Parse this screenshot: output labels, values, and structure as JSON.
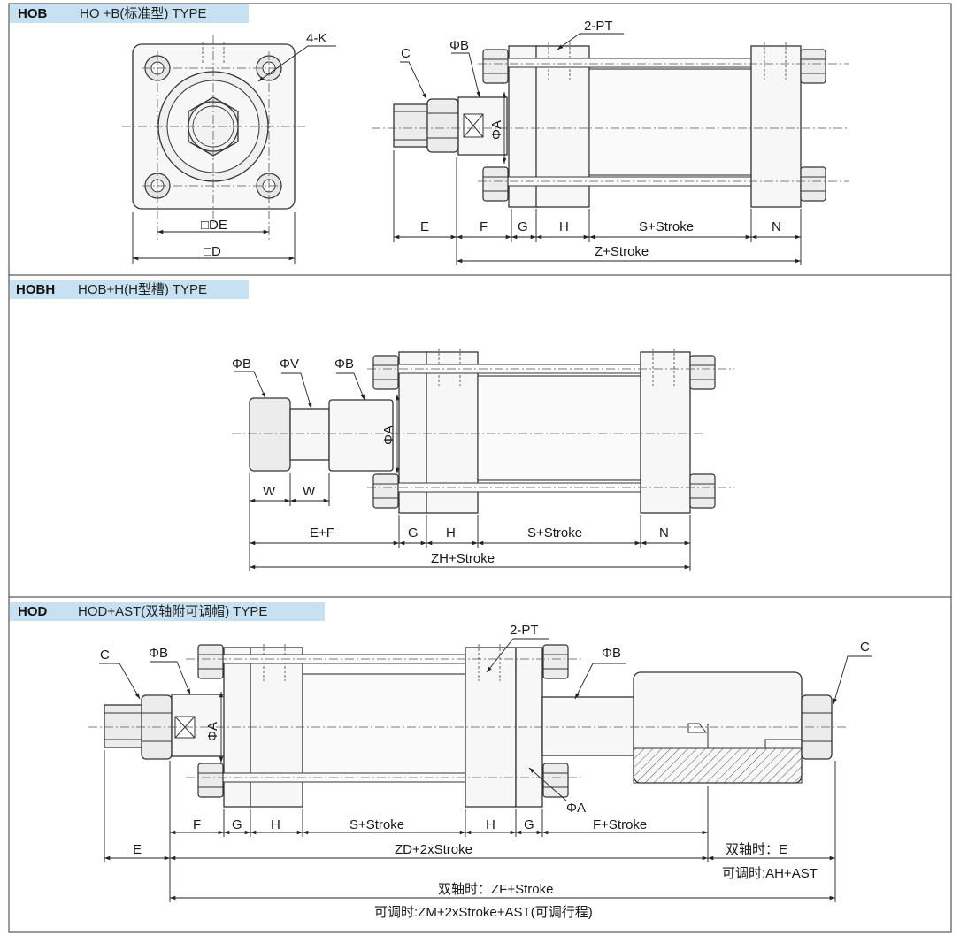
{
  "sections": {
    "hob": {
      "code": "HOB",
      "title": "HO +B(标准型) TYPE"
    },
    "hobh": {
      "code": "HOBH",
      "title": "HOB+H(H型槽) TYPE"
    },
    "hod": {
      "code": "HOD",
      "title": "HOD+AST(双轴附可调帽) TYPE"
    }
  },
  "labels": {
    "hob_4k": "4-K",
    "hob_de": "□DE",
    "hob_d": "□D",
    "hob_c": "C",
    "hob_phib": "ΦB",
    "hob_2pt": "2-PT",
    "hob_phia": "ΦA",
    "hob_e": "E",
    "hob_f": "F",
    "hob_g": "G",
    "hob_h": "H",
    "hob_sstroke": "S+Stroke",
    "hob_n": "N",
    "hob_zstroke": "Z+Stroke",
    "hobh_phib1": "ΦB",
    "hobh_phiv": "ΦV",
    "hobh_phib2": "ΦB",
    "hobh_phia": "ΦA",
    "hobh_w1": "W",
    "hobh_w2": "W",
    "hobh_ef": "E+F",
    "hobh_g": "G",
    "hobh_h": "H",
    "hobh_sstroke": "S+Stroke",
    "hobh_n": "N",
    "hobh_zh": "ZH+Stroke",
    "hod_c1": "C",
    "hod_phib1": "ΦB",
    "hod_phia1": "ΦA",
    "hod_2pt": "2-PT",
    "hod_phib2": "ΦB",
    "hod_c2": "C",
    "hod_phia2": "ΦA",
    "hod_f": "F",
    "hod_g1": "G",
    "hod_h1": "H",
    "hod_sstroke": "S+Stroke",
    "hod_h2": "H",
    "hod_g2": "G",
    "hod_fstroke": "F+Stroke",
    "hod_e": "E",
    "hod_zd": "ZD+2xStroke",
    "hod_dual_e": "双轴时：E",
    "hod_adj_ah": "可调时:AH+AST",
    "hod_dual_zf": "双轴时：ZF+Stroke",
    "hod_adj_zm": "可调时:ZM+2xStroke+AST(可调行程)"
  }
}
